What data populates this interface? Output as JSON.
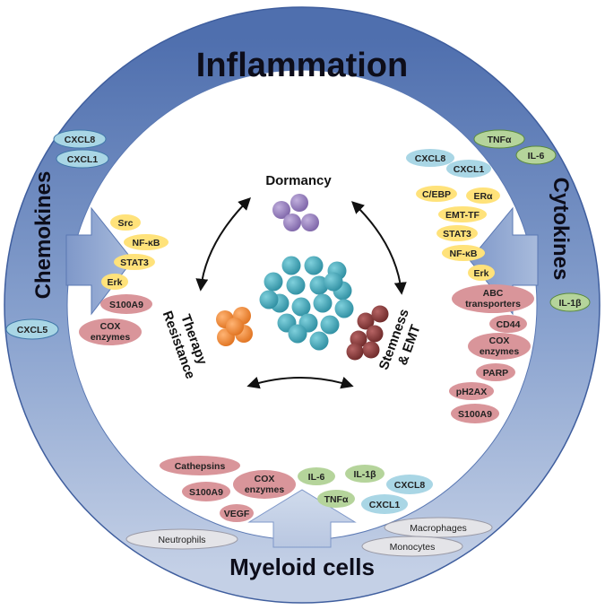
{
  "title": "Inflammation",
  "ring_labels": {
    "chemokines": "Chemokines",
    "cytokines": "Cytokines",
    "myeloid": "Myeloid cells"
  },
  "center_labels": {
    "dormancy": "Dormancy",
    "therapy_line1": "Therapy",
    "therapy_line2": "Resistance",
    "stemness_line1": "Stemness",
    "stemness_line2": "& EMT"
  },
  "colors": {
    "ring": "#6b8cc4",
    "blue_pill": "#a9d6e5",
    "green_pill": "#b5d49b",
    "yellow_pill": "#ffe27a",
    "red_pill": "#d9959a",
    "gray_pill": "#e4e4e8",
    "cluster": "#4aa8b8",
    "dormancy_cells": "#9a82c0",
    "therapy_cells": "#f08c3c",
    "stemness_cells": "#8b3c3c"
  },
  "pills": {
    "chemo_cxcl8": "CXCL8",
    "chemo_cxcl1": "CXCL1",
    "chemo_cxcl5": "CXCL5",
    "cyto_tnfa": "TNFα",
    "cyto_il6": "IL-6",
    "cyto_il1b": "IL-1β",
    "r_cxcl8": "CXCL8",
    "r_cxcl1": "CXCL1",
    "r_cebp": "C/EBP",
    "r_era": "ERα",
    "r_emttf": "EMT-TF",
    "r_stat3": "STAT3",
    "r_nfkb": "NF-κB",
    "r_erk": "Erk",
    "r_abc_line1": "ABC",
    "r_abc_line2": "transporters",
    "r_cd44": "CD44",
    "r_cox_line1": "COX",
    "r_cox_line2": "enzymes",
    "r_parp": "PARP",
    "r_ph2ax": "pH2AX",
    "r_s100a9": "S100A9",
    "l_src": "Src",
    "l_nfkb": "NF-κB",
    "l_stat3": "STAT3",
    "l_erk": "Erk",
    "l_s100a9": "S100A9",
    "l_cox_line1": "COX",
    "l_cox_line2": "enzymes",
    "b_cathepsins": "Cathepsins",
    "b_s100a9": "S100A9",
    "b_cox_line1": "COX",
    "b_cox_line2": "enzymes",
    "b_vegf": "VEGF",
    "b_il6": "IL-6",
    "b_il1b": "IL-1β",
    "b_cxcl8": "CXCL8",
    "b_tnfa": "TNFα",
    "b_cxcl1": "CXCL1",
    "b_neutrophils": "Neutrophils",
    "b_macrophages": "Macrophages",
    "b_monocytes": "Monocytes"
  }
}
